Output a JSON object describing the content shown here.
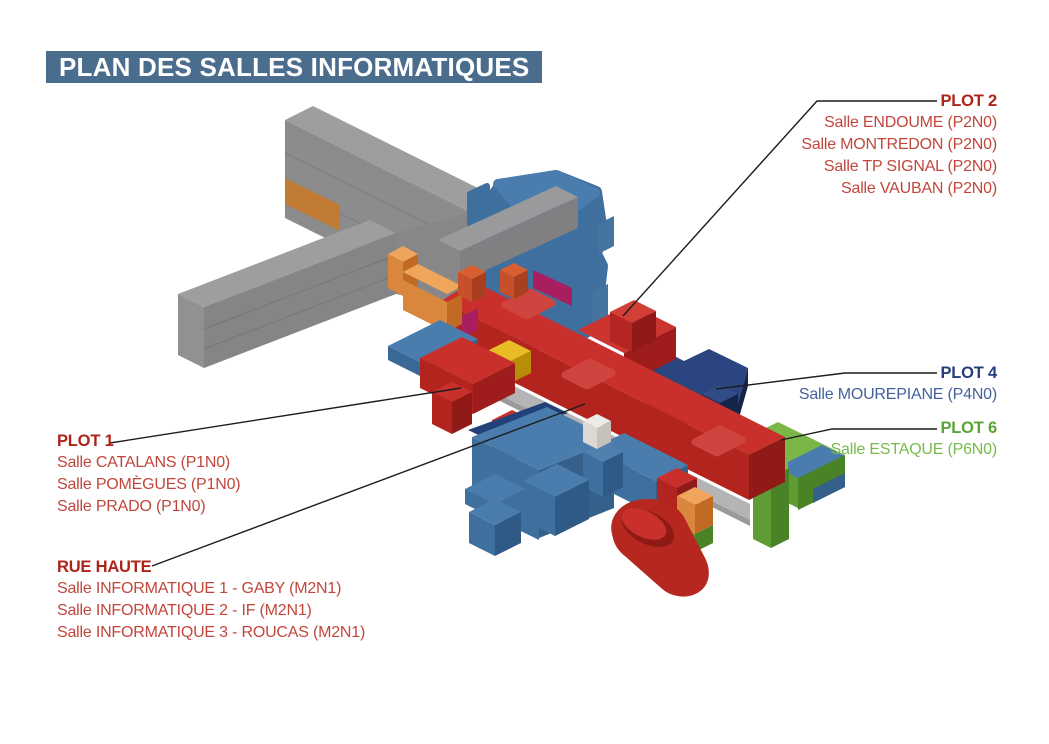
{
  "banner": {
    "text": "PLAN DES SALLES INFORMATIQUES",
    "background": "#4a6d8d",
    "text_color": "#ffffff"
  },
  "labels": {
    "plot2": {
      "header": "PLOT 2",
      "rooms": [
        "Salle ENDOUME (P2N0)",
        "Salle MONTREDON (P2N0)",
        "Salle TP SIGNAL (P2N0)",
        "Salle VAUBAN (P2N0)"
      ]
    },
    "plot4": {
      "header": "PLOT 4",
      "rooms": [
        "Salle MOUREPIANE (P4N0)"
      ]
    },
    "plot6": {
      "header": "PLOT 6",
      "rooms": [
        "Salle ESTAQUE (P6N0)"
      ]
    },
    "plot1": {
      "header": "PLOT 1",
      "rooms": [
        "Salle CATALANS (P1N0)",
        "Salle POMÈGUES (P1N0)",
        "Salle PRADO (P1N0)"
      ]
    },
    "rue_haute": {
      "header": "RUE HAUTE",
      "rooms": [
        "Salle INFORMATIQUE 1 - GABY (M2N1)",
        "Salle INFORMATIQUE 2 - IF (M2N1)",
        "Salle INFORMATIQUE 3 - ROUCAS (M2N1)"
      ]
    }
  },
  "theme_colors": {
    "red_header": "#ae2419",
    "red_body": "#c2463c",
    "navy_header": "#24407c",
    "navy_body": "#44629e",
    "green_header": "#59a434",
    "green_body": "#78bb4d",
    "leader_line": "#1c1c1c"
  },
  "map": {
    "buildings": [
      {
        "id": "gray-cross",
        "color": "#8c8c8e"
      },
      {
        "id": "orange-stripe",
        "color": "#c07c35"
      },
      {
        "id": "blue-north",
        "color": "#3f6f9e"
      },
      {
        "id": "gray-overpass",
        "color": "#9a9a9c"
      },
      {
        "id": "magenta-block",
        "color": "#a81e5e"
      },
      {
        "id": "plot4-navy",
        "color": "#2a457f"
      },
      {
        "id": "plot2-red-main",
        "color": "#c9302c"
      },
      {
        "id": "plot6-green",
        "color": "#7ab648"
      },
      {
        "id": "plot6-roof-patch",
        "color": "#4a7dad"
      },
      {
        "id": "orange-l",
        "color": "#d9873d"
      },
      {
        "id": "walkway",
        "color": "#b4b4b6"
      },
      {
        "id": "plot1-red",
        "color": "#c9302c"
      },
      {
        "id": "yellow-block",
        "color": "#e9bc26"
      },
      {
        "id": "blue-central",
        "color": "#4a7dad"
      },
      {
        "id": "red-ring",
        "color": "#b5271f"
      }
    ]
  }
}
